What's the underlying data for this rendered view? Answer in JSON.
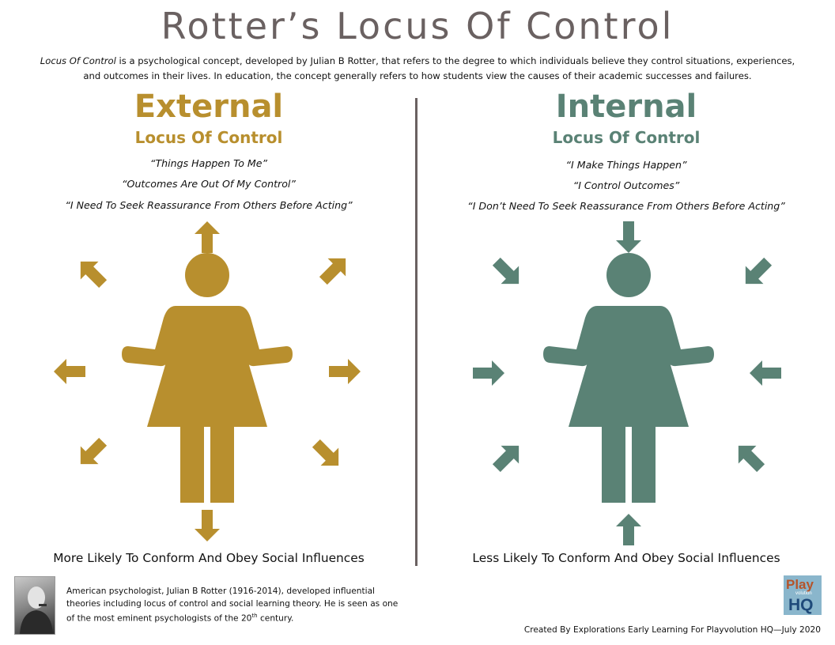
{
  "title": "Rotter’s Locus Of Control",
  "intro": {
    "term": "Locus Of Control",
    "text": " is a psychological concept, developed by Julian B Rotter, that refers to the degree to which individuals believe they control situations, experiences, and outcomes in their lives. In education, the concept  generally refers to how students view the causes of their academic successes and failures."
  },
  "external": {
    "heading": "External",
    "subheading": "Locus Of Control",
    "quotes": [
      "“Things Happen To Me”",
      "“Outcomes Are Out Of My Control”",
      "“I Need To Seek Reassurance From Others Before Acting”"
    ],
    "caption": "More Likely To Conform And Obey Social Influences",
    "color": "#b88f2e",
    "arrows": "outward"
  },
  "internal": {
    "heading": "Internal",
    "subheading": "Locus Of Control",
    "quotes": [
      "“I Make Things Happen”",
      "“I Control Outcomes”",
      "“I Don’t Need To Seek Reassurance From Others Before Acting”"
    ],
    "caption": "Less Likely To Conform And Obey Social Influences",
    "color": "#5a8275",
    "arrows": "inward"
  },
  "footer": {
    "bio_prefix": "American psychologist, Julian B Rotter (1916-2014), developed influential theories including locus of control and social learning theory. He is seen as one of the most eminent psychologists of the 20",
    "bio_sup": "th",
    "bio_suffix": " century.",
    "credit": "Created By Explorations Early Learning For Playvolution HQ—July 2020",
    "logo": {
      "word1": "Play",
      "word2": "volution",
      "word3": "HQ"
    }
  }
}
